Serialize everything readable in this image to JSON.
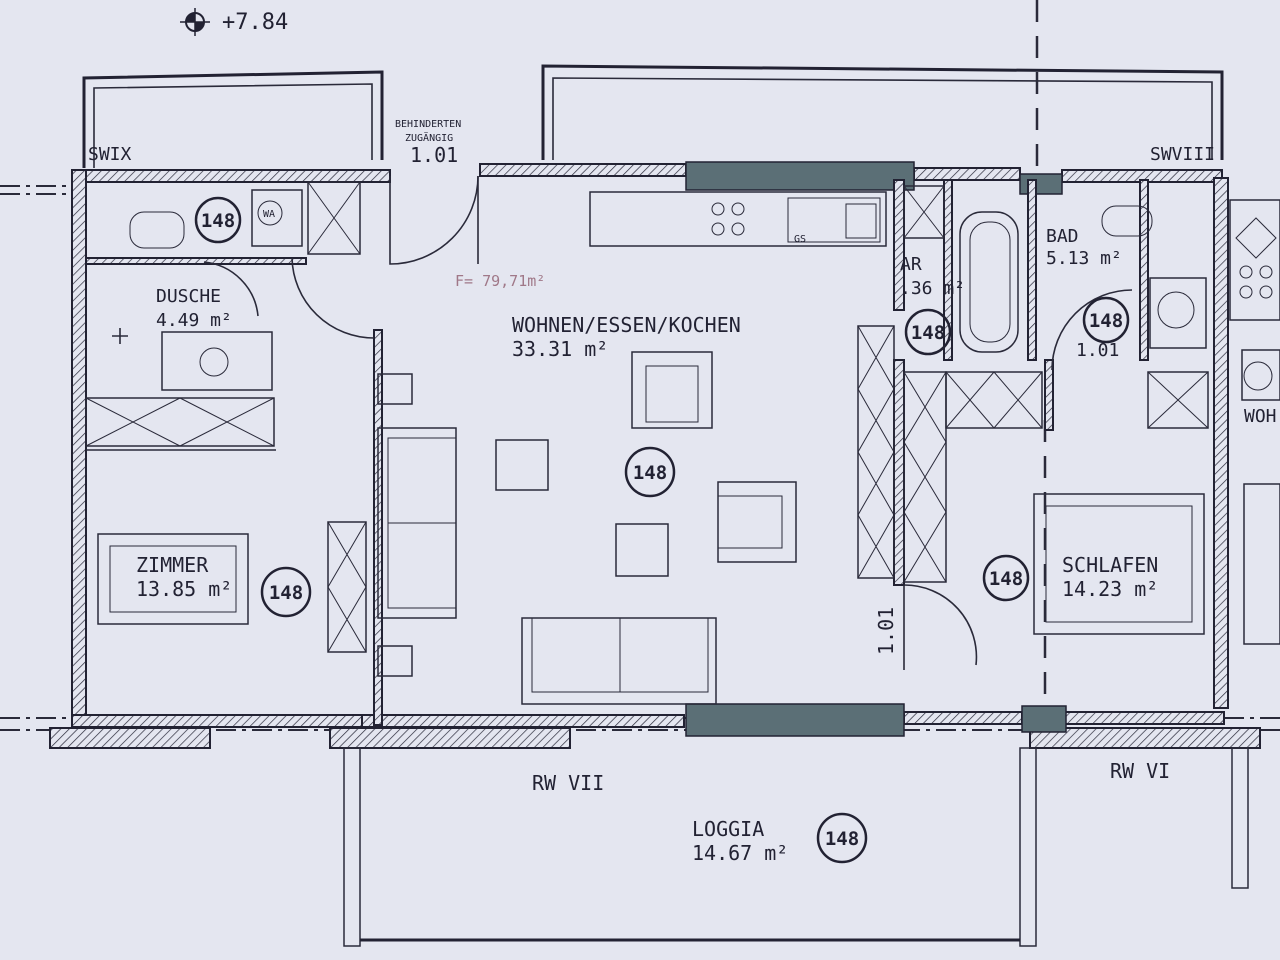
{
  "elevation": "+7.84",
  "axes": {
    "sw_left": "SWIX",
    "sw_right": "SWVIII",
    "rw_left": "RW VII",
    "rw_right": "RW VI"
  },
  "entrance": {
    "note_line1": "BEHINDERTEN",
    "note_line2": "ZUGÄNGIG",
    "width": "1.01"
  },
  "total_area_note": "F= 79,71m²",
  "door_width_vertical": "1.01",
  "apartment_number": "148",
  "rooms": [
    {
      "name": "WOHNEN/ESSEN/KOCHEN",
      "area": "33.31 m²"
    },
    {
      "name": "DUSCHE",
      "area": "4.49 m²"
    },
    {
      "name": "ZIMMER",
      "area": "13.85 m²"
    },
    {
      "name": "AR",
      "area": ".36 m²"
    },
    {
      "name": "BAD",
      "area": "5.13 m²"
    },
    {
      "name": "",
      "area": "1.01"
    },
    {
      "name": "SCHLAFEN",
      "area": "14.23 m²"
    },
    {
      "name": "LOGGIA",
      "area": "14.67 m²"
    },
    {
      "name": "WOH",
      "area": ""
    }
  ],
  "fixtures": {
    "washer": "WA",
    "sink_label": "GS"
  }
}
